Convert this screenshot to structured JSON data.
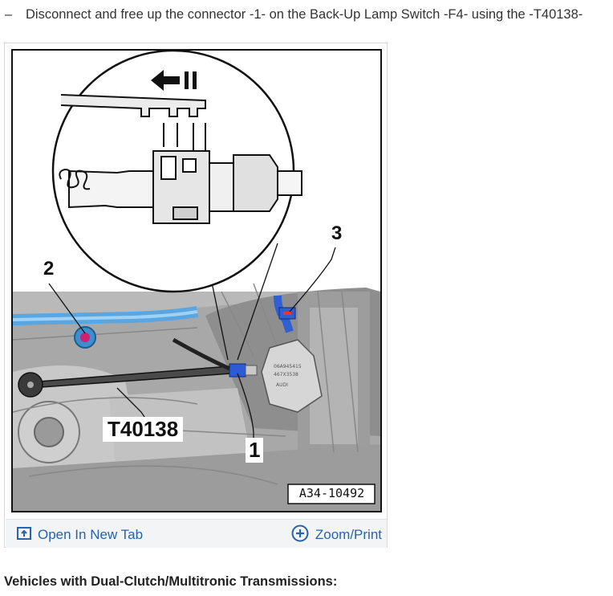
{
  "step": {
    "bullet": "–",
    "text": "Disconnect and free up the connector -1- on the Back-Up Lamp Switch -F4- using the -T40138-"
  },
  "figure": {
    "callouts": [
      "1",
      "2",
      "3"
    ],
    "tool_label": "T40138",
    "figure_id": "A34-10492"
  },
  "toolbar": {
    "open_tab_label": "Open In New Tab",
    "open_tab_icon": "open-new-tab-icon",
    "zoom_label": "Zoom/Print",
    "zoom_icon": "zoom-plus-icon",
    "link_color": "#2763a8"
  },
  "section": {
    "heading": "Vehicles with Dual-Clutch/Multitronic Transmissions:"
  }
}
